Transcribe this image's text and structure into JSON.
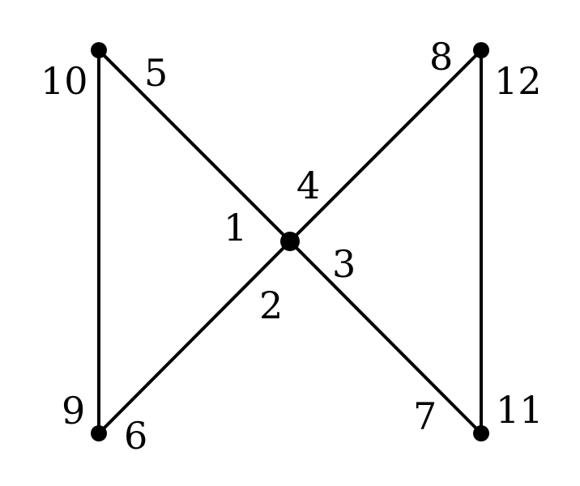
{
  "diagram": {
    "type": "graph",
    "colors": {
      "stroke": "#000000",
      "background": "#ffffff"
    },
    "vertices": [
      {
        "id": "top-left"
      },
      {
        "id": "top-right"
      },
      {
        "id": "center"
      },
      {
        "id": "bottom-left"
      },
      {
        "id": "bottom-right"
      }
    ],
    "edges": [
      {
        "from": "top-left",
        "to": "center"
      },
      {
        "from": "top-right",
        "to": "center"
      },
      {
        "from": "center",
        "to": "bottom-left"
      },
      {
        "from": "center",
        "to": "bottom-right"
      },
      {
        "from": "top-left",
        "to": "bottom-left"
      },
      {
        "from": "top-right",
        "to": "bottom-right"
      }
    ],
    "labels": {
      "l1": "1",
      "l2": "2",
      "l3": "3",
      "l4": "4",
      "l5": "5",
      "l6": "6",
      "l7": "7",
      "l8": "8",
      "l9": "9",
      "l10": "10",
      "l11": "11",
      "l12": "12"
    }
  }
}
